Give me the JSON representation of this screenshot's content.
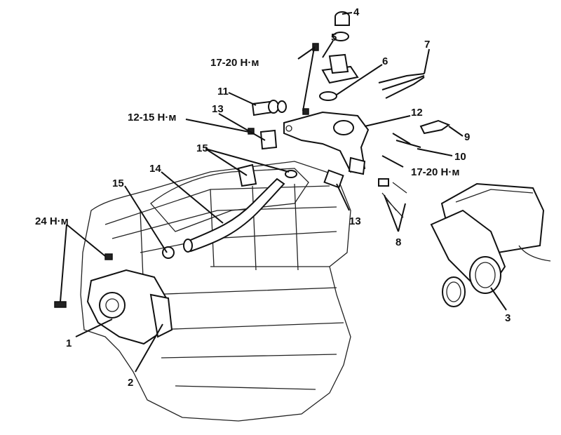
{
  "diagram": {
    "labels": {
      "p1": "1",
      "p2": "2",
      "p3": "3",
      "p4": "4",
      "p5": "5",
      "p6": "6",
      "p7": "7",
      "p8": "8",
      "p9": "9",
      "p10": "10",
      "p11": "11",
      "p12": "12",
      "p13a": "13",
      "p13b": "13",
      "p14": "14",
      "p15a": "15",
      "p15b": "15",
      "t1": "17-20 Н·м",
      "t2": "12-15 Н·м",
      "t3": "17-20 Н·м",
      "t4": "24 Н·м"
    }
  }
}
